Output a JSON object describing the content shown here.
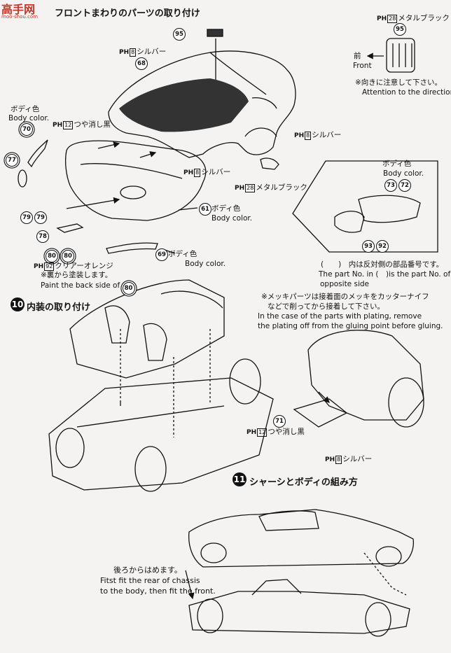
{
  "watermark": {
    "main": "高手网",
    "sub": "moo-shou.com"
  },
  "step9": {
    "title": "フロントまわりのパーツの取り付け"
  },
  "parts": {
    "p95_label": "95",
    "p68_label": "68",
    "p70_label": "70",
    "p77_label": "77",
    "p79_label": "79",
    "p79b_label": "79",
    "p78_label": "78",
    "p80_label": "80",
    "p80b_label": "80",
    "p61_label": "61",
    "p69_label": "69",
    "p73_label": "73",
    "p72_label": "72",
    "p93_label": "93",
    "p92_label": "92",
    "p71_label": "71",
    "p95b_label": "95"
  },
  "paint": {
    "ph28": "PH",
    "ph28_num": "28",
    "metal_black": "メタルブラック",
    "ph8": "PH",
    "ph8_num": "8",
    "silver": "シルバー",
    "ph12_num": "12",
    "matte_black": "つや消し黒",
    "ph92_num": "92",
    "clear_orange": "クリアーオレンジ",
    "body_color_jp": "ボディ色",
    "body_color_en": "Body color."
  },
  "notes": {
    "front": "前",
    "front_en": "Front",
    "direction_jp": "※向きに注意して下さい。",
    "direction_en": "Attention to the direction.",
    "backside_jp": "※裏から塗装します。",
    "backside_en": "Paint the back side of",
    "backside_num": "80",
    "opposite_jp": "(　　)　内は反対側の部品番号です。",
    "opposite_en1": "The part No. in (　)is the part No. of the",
    "opposite_en2": "opposite side",
    "plating_jp1": "※メッキパーツは接着面のメッキをカッターナイフ",
    "plating_jp2": "などで削ってから接着して下さい。",
    "plating_en1": "In the case of the parts with plating, remove",
    "plating_en2": "the plating off from the gluing point before gluing.",
    "rear_first_jp": "後ろからはめます。",
    "rear_first_en1": "Fitst fit the rear of chassis",
    "rear_first_en2": "to the body, then fit the front."
  },
  "step10": {
    "number": "10",
    "title": "内装の取り付け"
  },
  "step11": {
    "number": "11",
    "title": "シャーシとボディの組み方"
  },
  "colors": {
    "ink": "#111111",
    "paper": "#f4f3f1",
    "hood": "#3a3a3a",
    "watermark": "#c0392b"
  }
}
